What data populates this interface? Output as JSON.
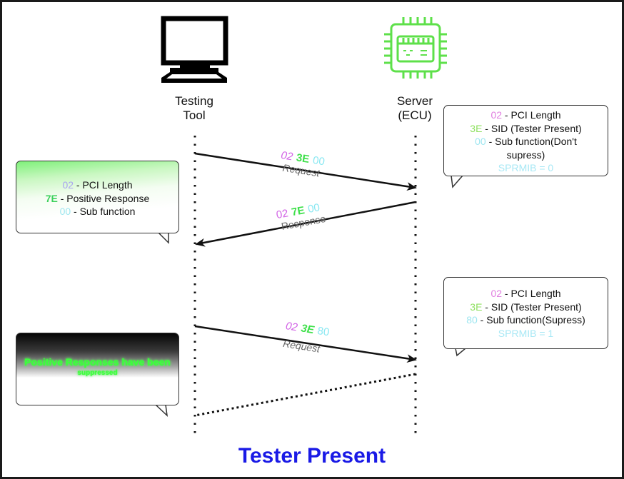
{
  "title": "Tester Present",
  "actors": {
    "client": {
      "label_line1": "Testing",
      "label_line2": "Tool",
      "icon": "computer-monitor-icon"
    },
    "server": {
      "label_line1": "Server",
      "label_line2": "(ECU)",
      "icon": "microchip-icon",
      "icon_color": "#5ee04a"
    }
  },
  "messages": [
    {
      "direction": "client-to-server",
      "style": "solid",
      "codes": [
        "02",
        "3E",
        "00"
      ],
      "kind": "Request"
    },
    {
      "direction": "server-to-client",
      "style": "solid",
      "codes": [
        "02",
        "7E",
        "00"
      ],
      "kind": "Response"
    },
    {
      "direction": "client-to-server",
      "style": "solid",
      "codes": [
        "02",
        "3E",
        "80"
      ],
      "kind": "Request"
    },
    {
      "direction": "server-to-client",
      "style": "dotted",
      "codes": [],
      "kind": ""
    }
  ],
  "notes": {
    "request1": {
      "lines": [
        {
          "code": "02",
          "text": " - PCI Length"
        },
        {
          "code": "3E",
          "text": " - SID (Tester Present)"
        },
        {
          "code": "00",
          "text": " - Sub function(Don't"
        },
        {
          "code": "",
          "text": "supress)"
        }
      ],
      "sprmib": "SPRMIB = 0"
    },
    "response1": {
      "lines": [
        {
          "code": "02",
          "text": " - PCI Length"
        },
        {
          "code": "7E",
          "text": " - Positive Response"
        },
        {
          "code": "00",
          "text": " - Sub function"
        }
      ]
    },
    "request2": {
      "lines": [
        {
          "code": "02",
          "text": " - PCI Length"
        },
        {
          "code": "3E",
          "text": " - SID (Tester Present)"
        },
        {
          "code": "80",
          "text": " - Sub function(Supress)"
        }
      ],
      "sprmib": "SPRMIB = 1"
    },
    "suppressed": {
      "line1": "Positive Responses have been",
      "line2": "suppressed"
    }
  },
  "colors": {
    "title": "#1a1ae6",
    "pci_code": "#e07ee0",
    "sid_code": "#8fe060",
    "sub_code": "#9ee6f0",
    "suppressed_text": "#3cff3c"
  }
}
